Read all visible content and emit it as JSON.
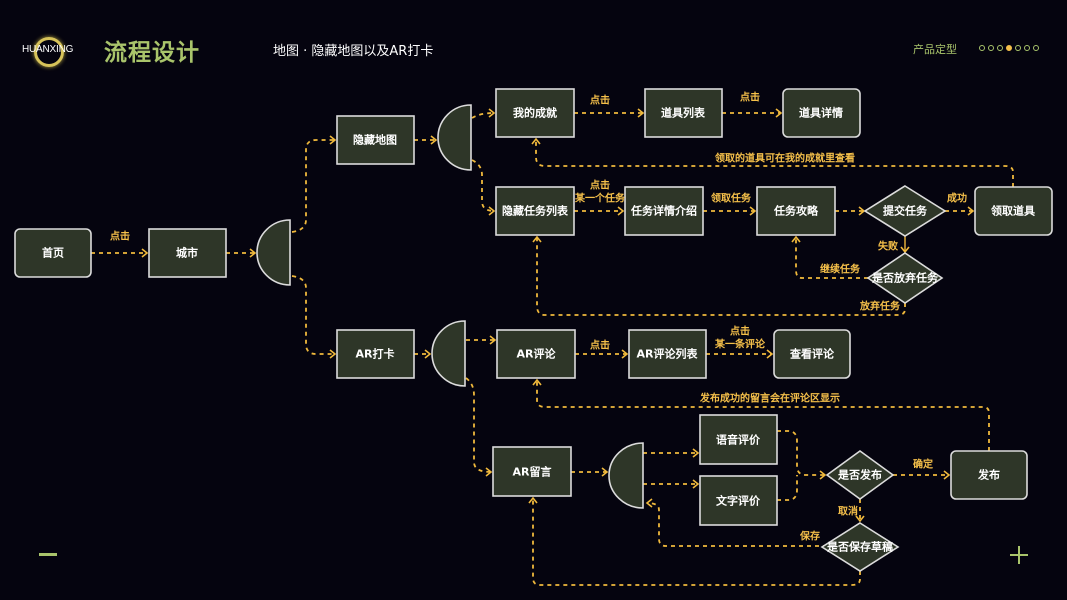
{
  "header": {
    "logo_text": "HUANXING",
    "title": "流程设计",
    "subtitle": "地图 · 隐藏地图以及AR打卡",
    "section": "产品定型",
    "progress": {
      "total": 7,
      "current": 4
    }
  },
  "colors": {
    "accent_green": "#a9c46b",
    "accent_orange": "#f5c04a",
    "node_fill": "#2e3628",
    "background": "#05040f"
  },
  "nodes": {
    "home": "首页",
    "city": "城市",
    "hidden_map": "隐藏地图",
    "my_achievements": "我的成就",
    "item_list": "道具列表",
    "item_detail": "道具详情",
    "hidden_task_list": "隐藏任务列表",
    "task_detail": "任务详情介绍",
    "task_guide": "任务攻略",
    "submit_task": "提交任务",
    "claim_item": "领取道具",
    "abandon_task": "是否放弃任务",
    "ar_checkin": "AR打卡",
    "ar_review": "AR评论",
    "ar_review_list": "AR评论列表",
    "view_review": "查看评论",
    "ar_message": "AR留言",
    "voice_review": "语音评价",
    "text_review": "文字评价",
    "publish_q": "是否发布",
    "publish": "发布",
    "save_draft_q": "是否保存草稿"
  },
  "edge_labels": {
    "home_city": "点击",
    "ach_items": "点击",
    "items_detail": "点击",
    "claim_feedback": "领取的道具可在我的成就里查看",
    "tasklist_click": "点击",
    "tasklist_one": "某一个任务",
    "accept_task": "领取任务",
    "success": "成功",
    "fail": "失败",
    "continue_task": "继续任务",
    "abandon": "放弃任务",
    "review_click": "点击",
    "list_click": "点击",
    "list_one": "某一条评论",
    "publish_feedback": "发布成功的留言会在评论区显示",
    "confirm": "确定",
    "cancel": "取消",
    "save": "保存"
  }
}
